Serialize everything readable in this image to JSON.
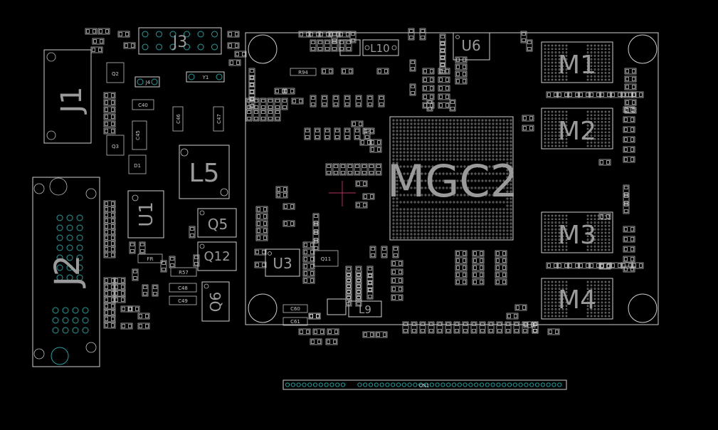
{
  "board": {
    "designators_large": {
      "j1": "J1",
      "j2": "J2",
      "j3": "J3",
      "l5": "L5",
      "u1": "U1",
      "u3": "U3",
      "u6": "U6",
      "q5": "Q5",
      "q6": "Q6",
      "q12": "Q12",
      "m1": "M1",
      "m2": "M2",
      "m3": "M3",
      "m4": "M4",
      "mgc2": "MGC2",
      "l9": "L9",
      "l10": "L10"
    },
    "designators_small": {
      "y1": "Y1",
      "j4": "J4",
      "q2": "Q2",
      "q3": "Q3",
      "d1": "D1",
      "r94": "R94",
      "c40": "C40",
      "c45": "C45",
      "c46": "C46",
      "c47": "C47",
      "c48": "C48",
      "c49": "C49",
      "c60": "C60",
      "c61": "C61",
      "r57": "R57",
      "fr": "FR",
      "q11": "Q11",
      "cn1": "CN1"
    }
  },
  "colors": {
    "background": "#000000",
    "outline": "#cfcfcf",
    "text": "#9a9a9a",
    "thru_pad": "#1f9e9e"
  }
}
